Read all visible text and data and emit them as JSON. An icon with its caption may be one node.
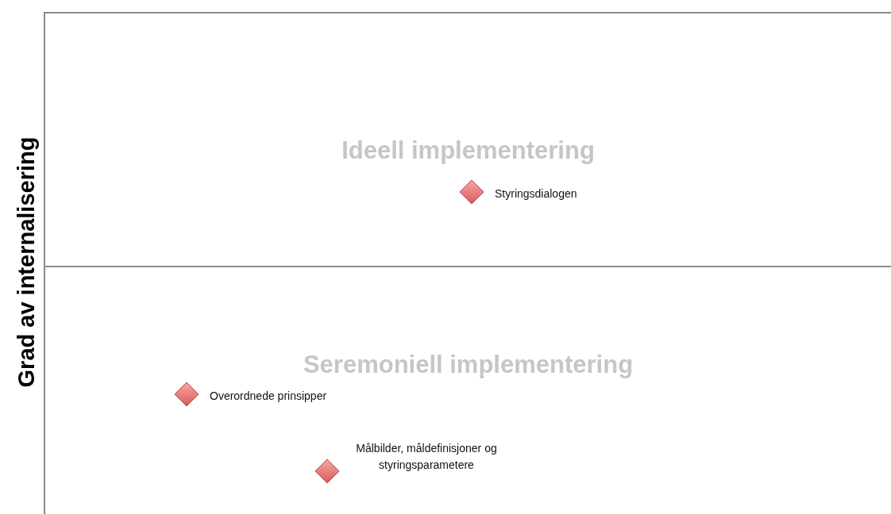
{
  "diagram": {
    "nodes": [
      {
        "text": [
          "Ideell implementering"
        ]
      },
      {
        "text": [],
        "shape": "diamond",
        "in": 0,
        "beside": [
          "Styringsdialogen"
        ]
      },
      {
        "text": [
          "Seremoniell implementering"
        ]
      },
      {
        "text": [],
        "shape": "diamond",
        "in": 2,
        "beside": [
          "Overordnede prinsipper"
        ]
      },
      {
        "text": [],
        "shape": "diamond",
        "in": 2,
        "beside": [
          "Målbilder, måldefinisjoner og styringsparametere"
        ]
      }
    ],
    "edges": [],
    "labels": [
      "Grad av internalisering"
    ]
  }
}
